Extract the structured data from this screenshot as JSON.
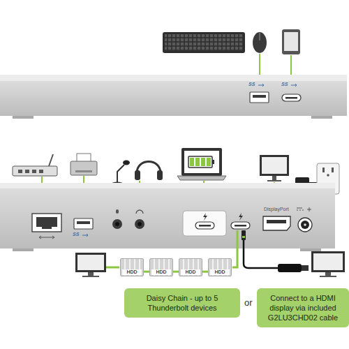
{
  "diagram": {
    "nodes": [
      {
        "text": [
          "HDD"
        ]
      },
      {
        "text": [
          "HDD"
        ]
      },
      {
        "text": [
          "HDD"
        ]
      },
      {
        "text": [
          "HDD"
        ]
      },
      {
        "text": [
          "Daisy Chain - up to 5 Thunderbolt devices"
        ]
      },
      {
        "text": [
          "Connect to a HDMI display via included G2LU3CHD02 cable"
        ]
      }
    ],
    "edges": [
      {
        "from": 0,
        "to": 1,
        "arrow": "none"
      },
      {
        "from": 1,
        "to": 2,
        "arrow": "none"
      },
      {
        "from": 2,
        "to": 3,
        "arrow": "none"
      }
    ],
    "labels": [
      "SS",
      "SS",
      "SS",
      "DisplayPort",
      "or"
    ]
  }
}
